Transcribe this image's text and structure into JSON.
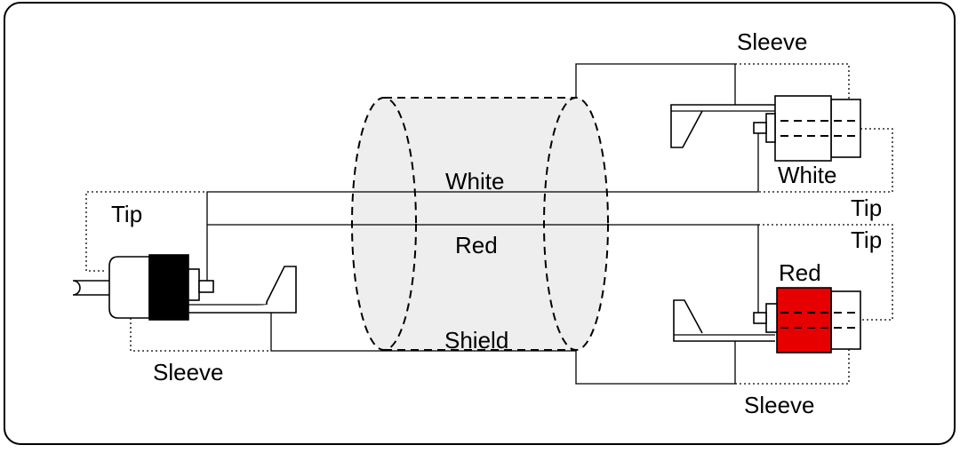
{
  "labels": {
    "tip_left": "Tip",
    "sleeve_left": "Sleeve",
    "white_wire": "White",
    "red_wire": "Red",
    "shield": "Shield",
    "sleeve_top_right": "Sleeve",
    "white_connector": "White",
    "tip_top_right": "Tip",
    "tip_bottom_right": "Tip",
    "red_connector": "Red",
    "sleeve_bottom_right": "Sleeve"
  },
  "colors": {
    "outline": "#000000",
    "background": "#ffffff",
    "cable_fill": "#eeeeee",
    "plug_band": "#000000",
    "red_connector": "#e60000"
  }
}
